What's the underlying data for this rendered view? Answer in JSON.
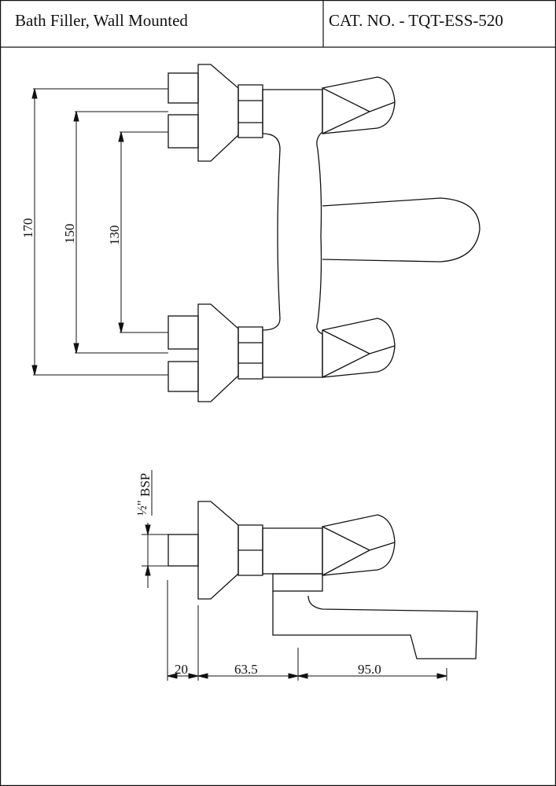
{
  "header": {
    "title": "Bath Filler, Wall Mounted",
    "catalog": "CAT. NO. - TQT-ESS-520"
  },
  "dimensions": {
    "front_view": {
      "outer": "170",
      "middle": "150",
      "inner": "130"
    },
    "side_view": {
      "thread_fraction": "½\"",
      "thread_type": "BSP",
      "wall_depth": "20",
      "body_length": "63.5",
      "spout_reach": "95.0"
    }
  },
  "colors": {
    "line": "#111111",
    "background": "#ffffff"
  }
}
